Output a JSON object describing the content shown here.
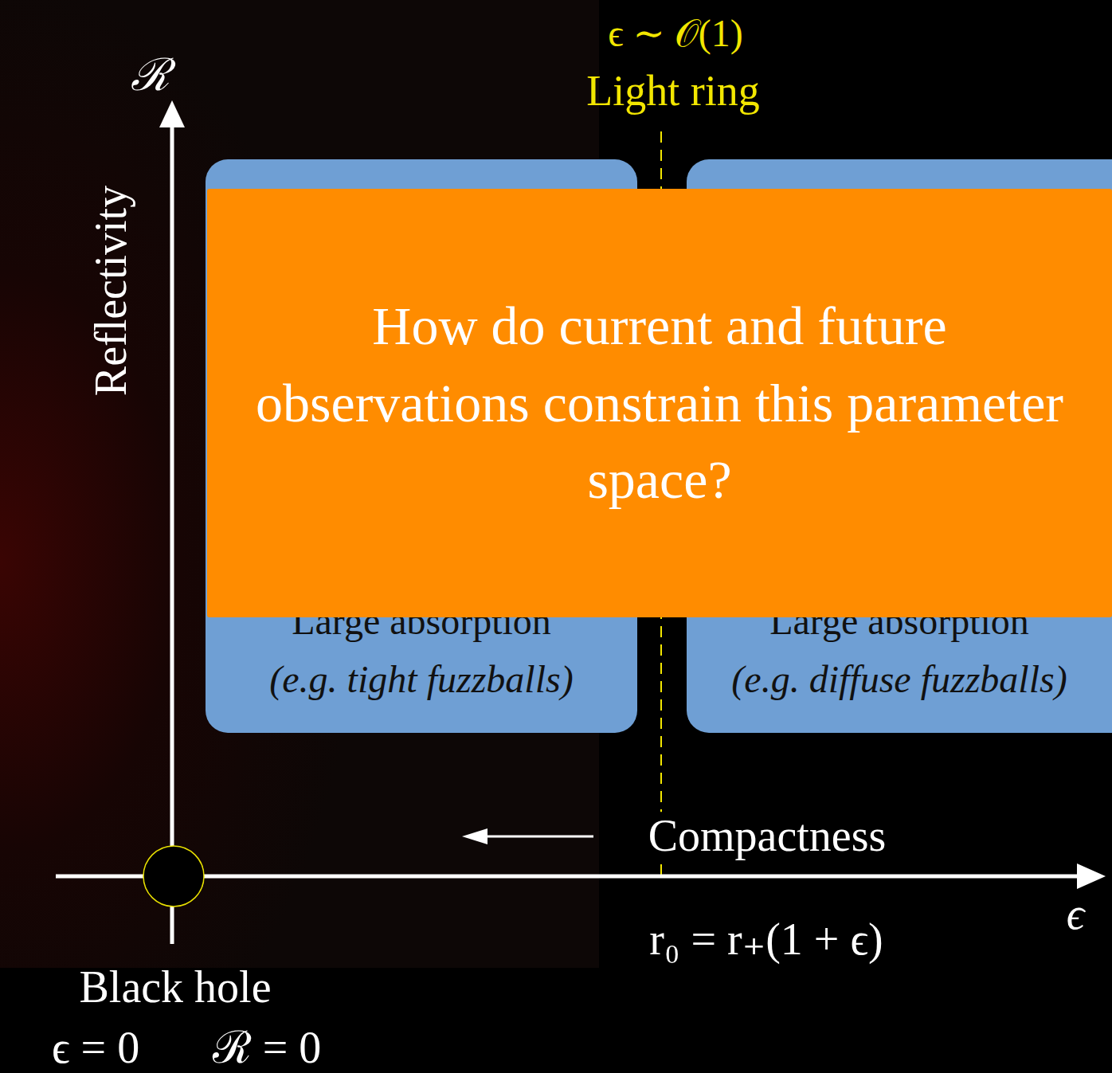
{
  "diagram": {
    "nodes": [
      {
        "text": [
          "Large absorption",
          "(e.g. tight fuzzballs)"
        ]
      },
      {
        "text": [
          "Large absorption",
          "(e.g. diffuse fuzzballs)"
        ]
      },
      {
        "text": [
          "How do current and future observations constrain this parameter space?"
        ]
      }
    ],
    "labels": [
      "ϵ ∼ 𝒪(1)",
      "Light ring",
      "ℛ",
      "Reflectivity",
      "Compactness",
      "r₀ = r₊(1 + ϵ)",
      "ϵ",
      "Black hole",
      "ϵ = 0",
      "ℛ = 0"
    ]
  }
}
